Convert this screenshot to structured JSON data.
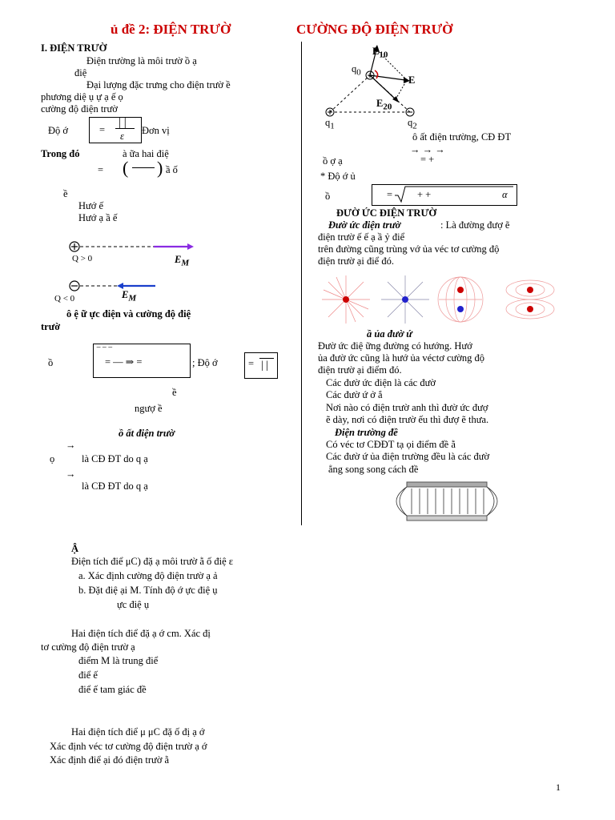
{
  "title_left": "ủ đề 2: ĐIỆN TRƯỜ",
  "title_right": "CƯỜNG ĐỘ ĐIỆN TRƯỜ",
  "left": {
    "s1_heading": "I. ĐIỆN TRƯỜ",
    "p1a": "Điện trường là môi trườ     ồ    ạ",
    "p1b": "điệ",
    "p2a": "Đại lượng đặc trưng cho điện trườ       ề",
    "p2b": "phương diệ          ụ     ự      ạ                 ế      ọ",
    "p2c": "cường độ điện trườ",
    "f1_label": "Độ   ớ",
    "f1_unit": "Đơn vị",
    "f1_eps": "ε",
    "trong_do": "Trong đó",
    "trong_do_rest": "à             ữa hai điệ",
    "f2_rest": "ầ      ố",
    "note_e": "ề",
    "huong1": "Hướ               ế",
    "huong2": "Hướ    ạ   ầ        ế",
    "q_pos": "Q > 0",
    "q_neg": "Q < 0",
    "em_label": "E",
    "em_sub": "M",
    "rel_heading_1": "ô           ệ    ữ    ực điện và cường độ điệ",
    "rel_heading_2": "trườ",
    "rel_o": "ồ",
    "rel_do": "; Độ   ớ",
    "rel_e": "ề",
    "rel_nguoc": "ngượ          ề",
    "chongchat": "ồ          ất điện trườ",
    "cc1a": "ọ",
    "cc1b": "là CĐ ĐT do q            ạ",
    "cc2": "là CĐ ĐT do q            ạ"
  },
  "right": {
    "vec_e10": "E",
    "vec_e10_sub": "10",
    "vec_e20": "E",
    "vec_e20_sub": "20",
    "vec_e": "E",
    "q0": "q",
    "q0_sub": "0",
    "q1": "q",
    "q1_sub": "1",
    "q2": "q",
    "q2_sub": "2",
    "sp1": "ô         ất điện trường,  CĐ  ĐT",
    "sp2": "ồ       ợ    ạ",
    "sp_formula": "=      +",
    "sp3": "* Độ   ớ    ủ",
    "sp4": "ồ",
    "sp_alpha": "α",
    "lines_heading": "ĐƯỜ          ỨC ĐIỆN TRƯỜ",
    "def_bi": "Đườ        ức điện trườ",
    "def1": ": Là đường đượ      ẽ",
    "def2": "điện trườ                  ế         ế    ạ    ầ    ỷ điể",
    "def3": "trên đường cũng trùng vớ              ủa véc tơ cường độ",
    "def4": "điện trườ     ại điể      đó.",
    "props_heading": "ầ      ủa đườ        ứ",
    "prop1a": "Đườ          ức điệ              ững đường có hướng. Hướ",
    "prop1b": "ủa đườ         ức cũng là hướ         ủa véctơ cường độ",
    "prop1c": "điện trườ      ại điểm đó.",
    "prop2": "Các đườ          ức điện là các đườ",
    "prop3": "Các đườ         ứ                            ở    ắ",
    "prop4a": "Nơi nào có điện trườ             anh thì đườ        ức đượ",
    "prop4b": "ẽ dày, nơi có điện trườ             ếu thì đượ       ẽ thưa.",
    "uniform_heading": "Điện trường đề",
    "uni1": "Có véc tơ CĐĐT tạ      ọi điểm đề     ằ",
    "uni2": "Các đườ          ứ        ủa điện trường đều là các đườ",
    "uni3": "ẳng song song cách đề"
  },
  "bottom": {
    "a_heading": "Ậ",
    "b1_line1": "Điện tích điể               μC) đặ    ạ                môi trườ            ằ      ố điệ          ε",
    "b1_a": "a. Xác định cường độ điện trườ     ạ                           ả",
    "b1_b": "b. Đặt điệ                                             ại M. Tính độ    ớ   ực điệ            ụ",
    "b1_b2": "ực điệ                     ụ",
    "b2_line1": "Hai điện tích điể                                                    đặ    ạ                                      ớ                 cm. Xác đị",
    "b2_line2": "tơ cường độ điện trườ     ạ",
    "b2_m": "điểm M là trung điể",
    "b2_n1": "điể          ế",
    "b2_n2": "điể          ế                  tam giác đề",
    "b3_line1": "Hai điện tích điể                μ                 μC đặ    ố đị    ạ                ớ",
    "b3_line2": "Xác định véc tơ cường độ điện trườ     ạ            ớ",
    "b3_line3": "Xác định điể                 ại đó điện trườ       ằ"
  },
  "page_number": "1"
}
